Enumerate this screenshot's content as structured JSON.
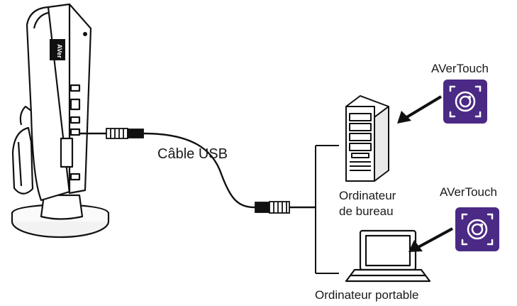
{
  "labels": {
    "cable": "Câble USB",
    "desktop_line1": "Ordinateur",
    "desktop_line2": "de bureau",
    "laptop": "Ordinateur portable",
    "app_top": "AVerTouch",
    "app_bottom": "AVerTouch"
  },
  "camera_logo": "AVer",
  "colors": {
    "line": "#111111",
    "app_icon_bg": "#4b2a85",
    "app_icon_fg": "#ffffff"
  },
  "icons": {
    "document_camera": "document-camera-icon",
    "desktop_tower": "desktop-tower-icon",
    "laptop": "laptop-icon",
    "usb_plug": "usb-plug-icon",
    "app": "avertouch-app-icon"
  }
}
